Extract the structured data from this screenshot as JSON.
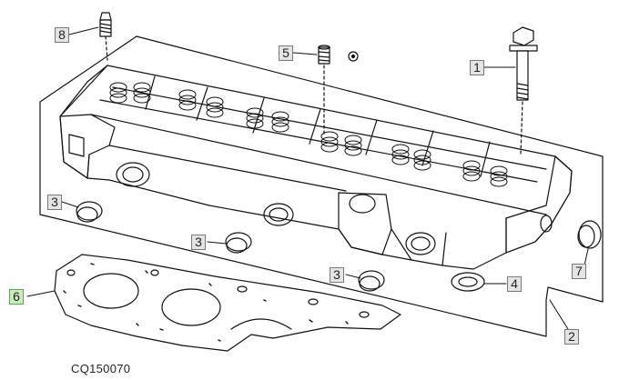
{
  "callouts": {
    "c8": "8",
    "c5": "5",
    "c1": "1",
    "c3a": "3",
    "c3b": "3",
    "c3c": "3",
    "c4": "4",
    "c7": "7",
    "c6": "6",
    "c2": "2"
  },
  "caption": "CQ150070",
  "colors": {
    "callout_fill": "#e4e4e4",
    "callout_highlight": "#cdebc0",
    "line": "#111111"
  }
}
